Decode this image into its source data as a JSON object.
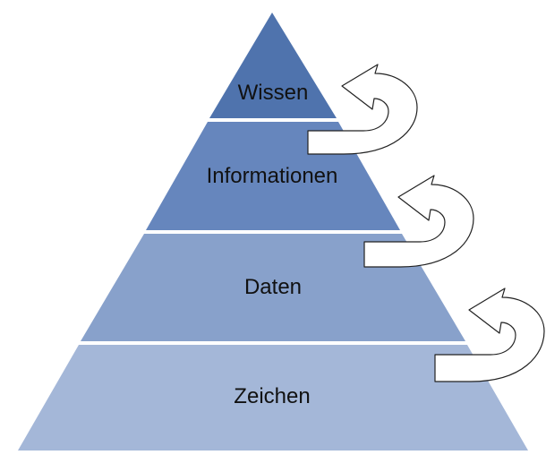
{
  "diagram": {
    "levels": [
      {
        "label": "Wissen",
        "color": "#4f73ad"
      },
      {
        "label": "Informationen",
        "color": "#6686bd"
      },
      {
        "label": "Daten",
        "color": "#88a1cb"
      },
      {
        "label": "Zeichen",
        "color": "#a4b7d8"
      }
    ],
    "arrow_icons": [
      "curved-arrow-icon",
      "curved-arrow-icon",
      "curved-arrow-icon"
    ],
    "separator_color": "#ffffff"
  }
}
